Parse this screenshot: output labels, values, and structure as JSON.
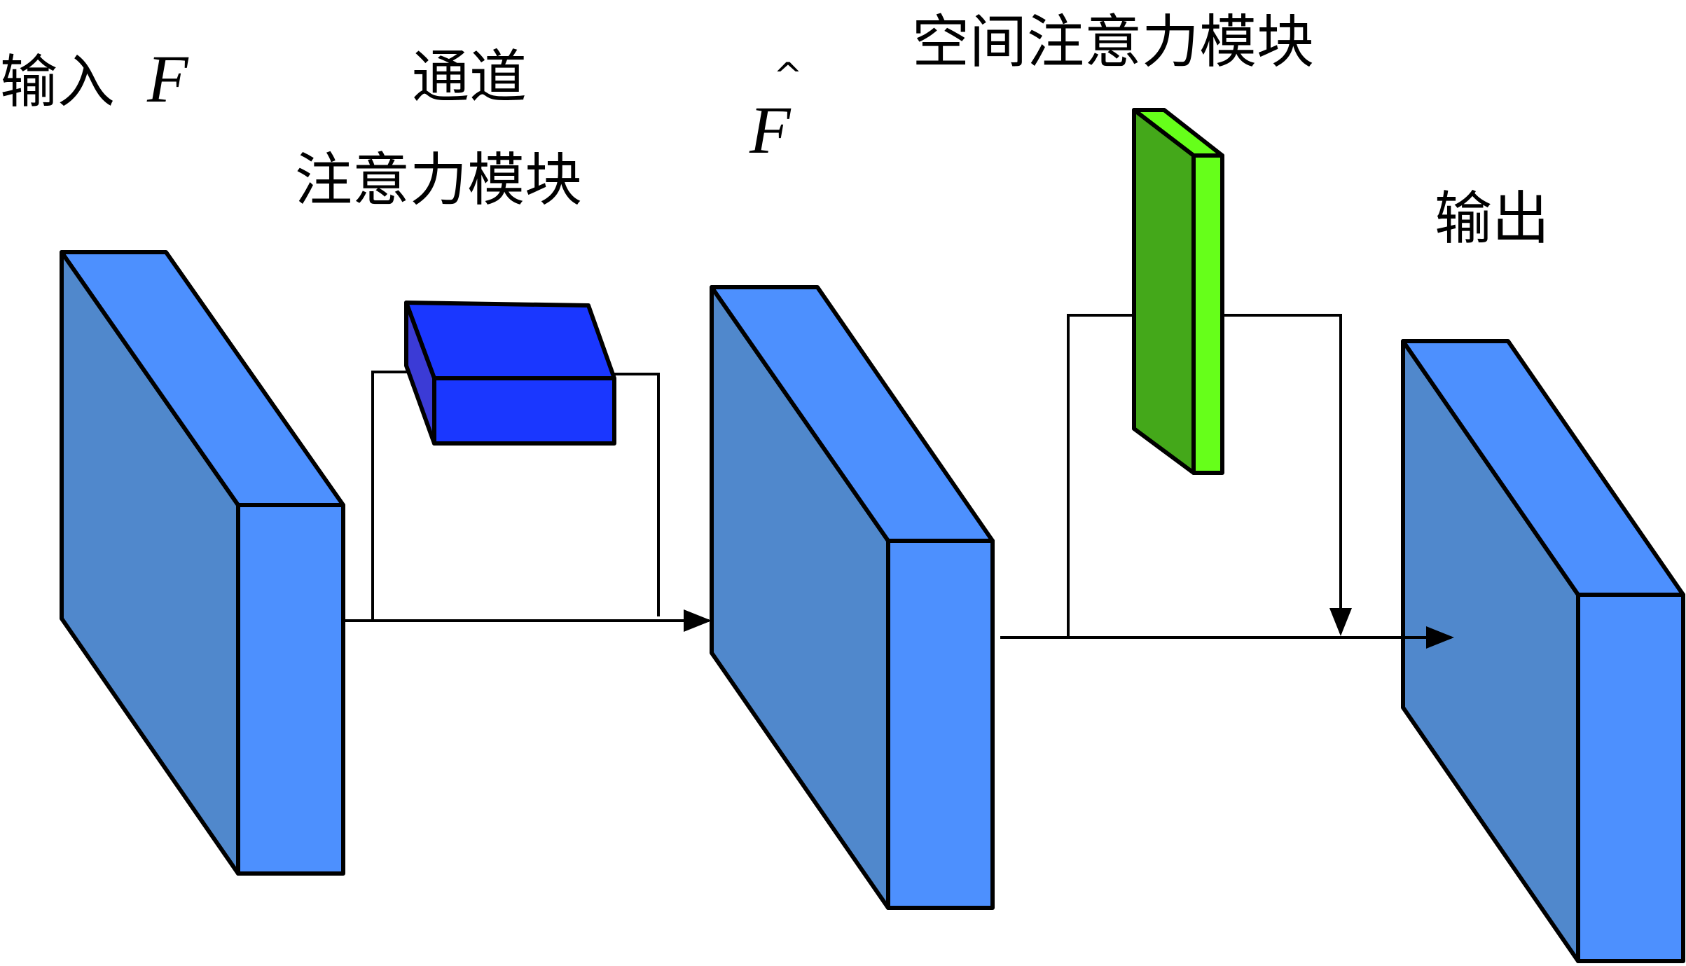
{
  "labels": {
    "input": "输入",
    "input_symbol": "F",
    "channel_line1": "通道",
    "channel_line2": "注意力模块",
    "fhat_symbol": "F",
    "fhat_accent": "^",
    "spatial": "空间注意力模块",
    "output": "输出"
  },
  "colors": {
    "block_front": "#5088CC",
    "block_side": "#4D90FE",
    "channel_top": "#1A37FF",
    "channel_front": "#1A37FF",
    "channel_side": "#3B3BD6",
    "spatial_front": "#44A81A",
    "spatial_side": "#66FF1A",
    "line": "#000000",
    "background": "#FFFFFF"
  }
}
